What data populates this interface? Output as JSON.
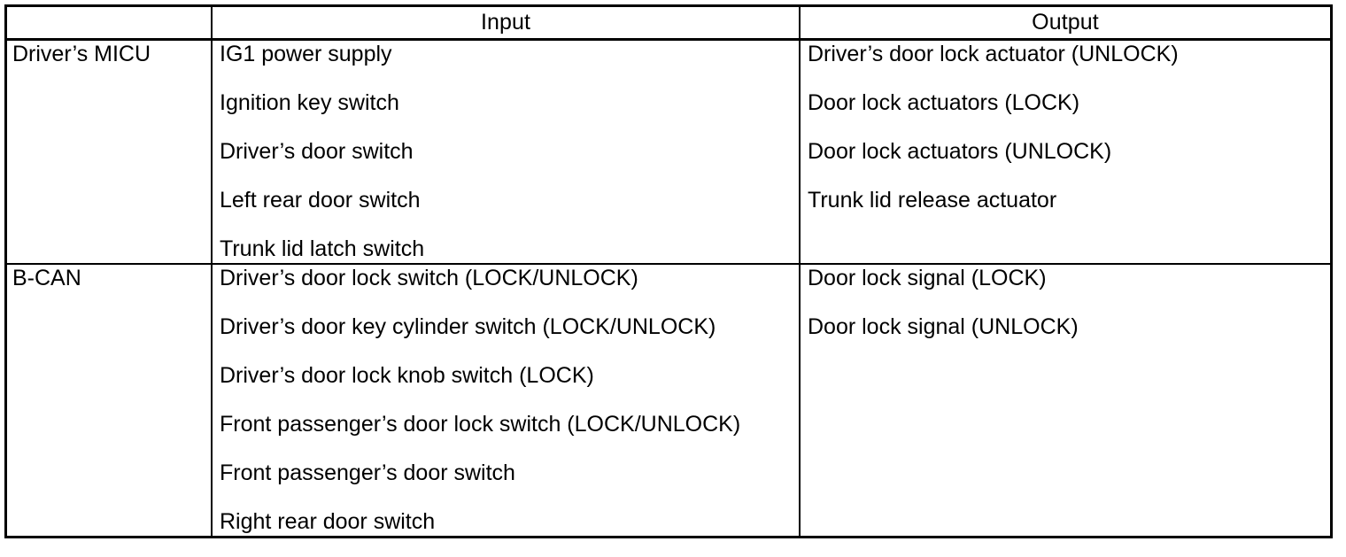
{
  "table": {
    "headers": {
      "module": "",
      "input": "Input",
      "output": "Output"
    },
    "sections": [
      {
        "module": "Driver’s MICU",
        "inputs": [
          "IG1 power supply",
          "Ignition key switch",
          "Driver’s door switch",
          "Left rear door switch",
          "Trunk lid latch switch"
        ],
        "outputs": [
          "Driver’s door lock actuator (UNLOCK)",
          "Door lock actuators (LOCK)",
          "Door lock actuators (UNLOCK)",
          "Trunk lid release actuator"
        ]
      },
      {
        "module": "B-CAN",
        "inputs": [
          "Driver’s door lock switch (LOCK/UNLOCK)",
          "Driver’s door key cylinder switch (LOCK/UNLOCK)",
          "Driver’s door lock knob switch (LOCK)",
          "Front passenger’s door lock switch (LOCK/UNLOCK)",
          "Front passenger’s door switch",
          "Right rear door switch"
        ],
        "outputs": [
          "Door lock signal (LOCK)",
          "Door lock signal (UNLOCK)"
        ]
      }
    ]
  },
  "colors": {
    "border": "#000000",
    "text": "#000000",
    "background": "#ffffff"
  }
}
